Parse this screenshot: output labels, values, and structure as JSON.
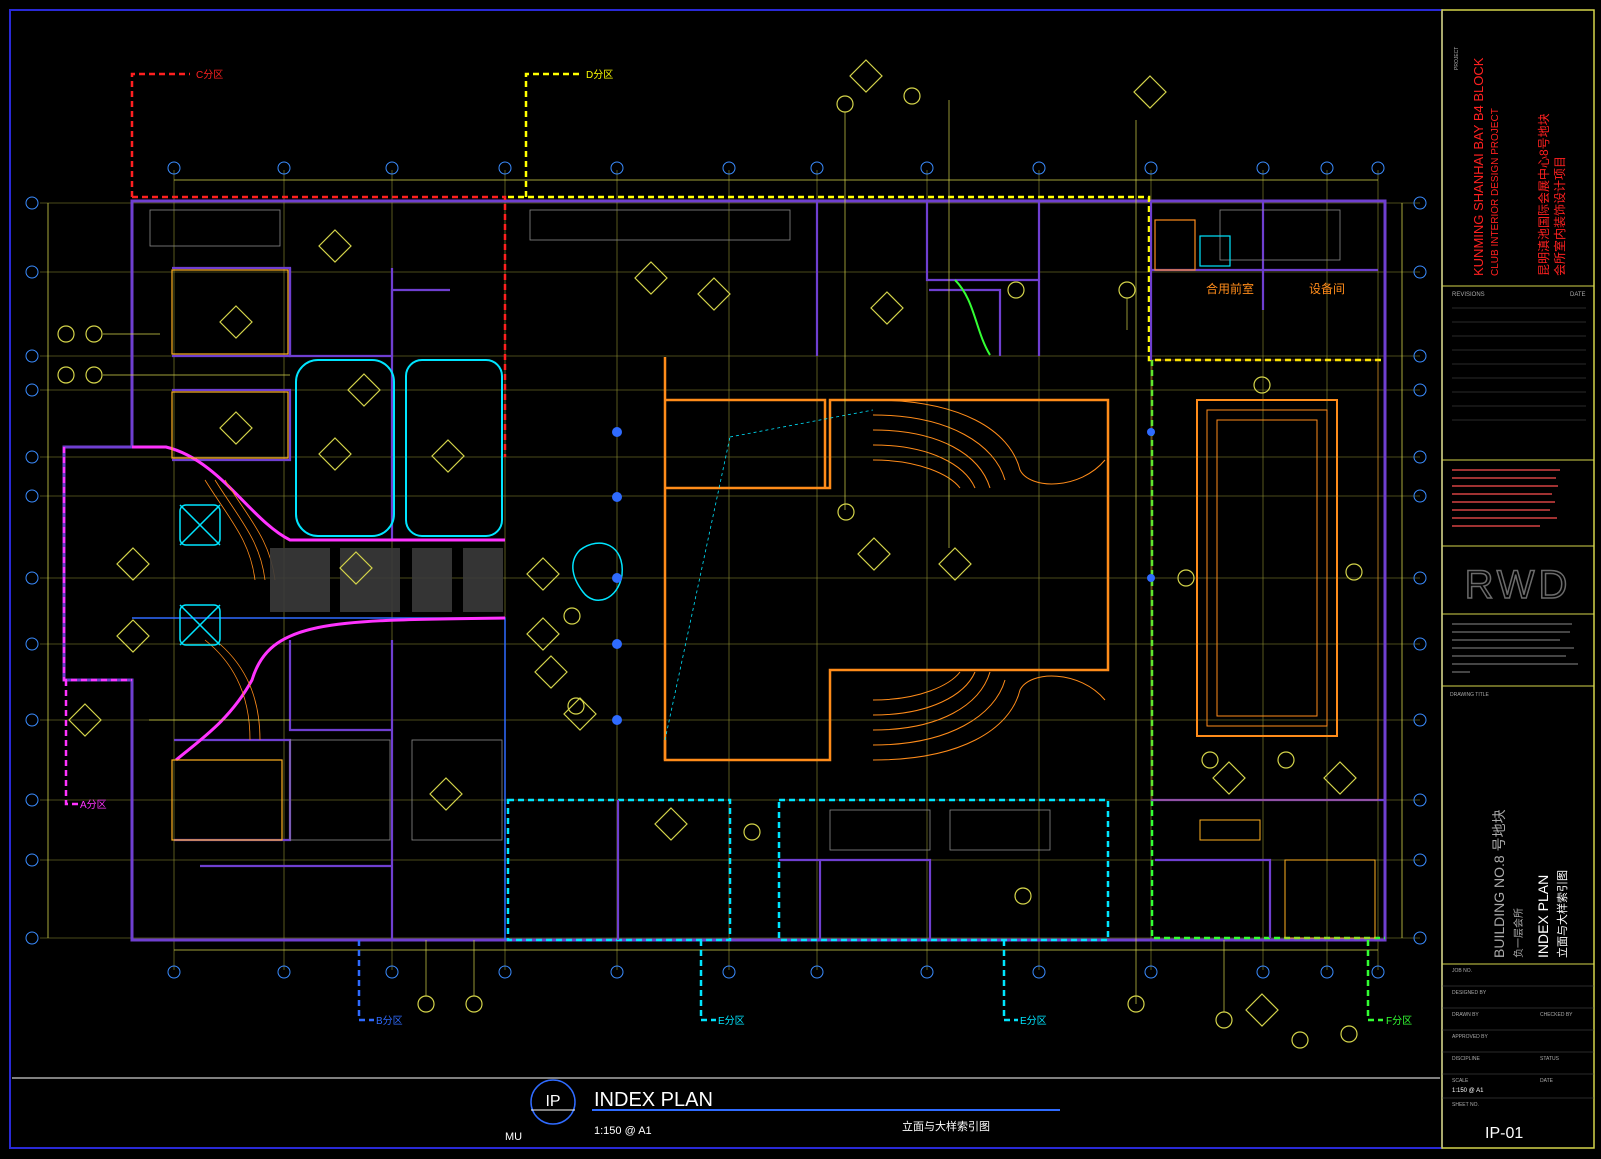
{
  "drawing": {
    "title": "INDEX PLAN",
    "title_cn": "立面与大样索引图",
    "scale": "1:150 @ A1",
    "symbol_code": "IP",
    "symbol_sub": "MU",
    "sheet_number": "IP-01"
  },
  "zones": {
    "a": "A分区",
    "b": "B分区",
    "c": "C分区",
    "d": "D分区",
    "e1": "E分区",
    "e2": "E分区",
    "f": "F分区"
  },
  "rooms": {
    "front_room": "合用前室",
    "equipment_room": "设备间"
  },
  "title_block": {
    "project_label": "PROJECT",
    "project_en_1": "KUNMING SHANHAI BAY B4 BLOCK",
    "project_en_2": "CLUB INTERIOR DESIGN PROJECT",
    "project_cn_1": "昆明滇池国际会展中心8号地块",
    "project_cn_2": "会所室内装饰设计项目",
    "revisions": "REVISIONS",
    "date": "DATE",
    "logo": "RWD",
    "drawing_title": "DRAWING TITLE",
    "building_en": "BUILDING NO.8 号地块",
    "building_cn": "负一层会所",
    "index_plan": "INDEX PLAN",
    "index_plan_cn": "立面与大样索引图",
    "job_no": "JOB NO.",
    "designed_by": "DESIGNED BY",
    "drawn_by": "DRAWN BY",
    "checked_by": "CHECKED BY",
    "approved_by": "APPROVED BY",
    "discipline": "DISCIPLINE",
    "status": "STATUS",
    "scale_label": "SCALE",
    "scale_value": "1:150 @ A1",
    "date_label": "DATE",
    "sheet_no": "SHEET NO."
  },
  "colors": {
    "frame": "#2929d6",
    "wall": "#6f3fd0",
    "yellow": "#ffff00",
    "orange": "#ff8c1a",
    "cyan": "#00e5ff",
    "magenta": "#ff33ff",
    "red": "#ff2020",
    "green": "#33ff33",
    "grid": "#d4d44a"
  }
}
